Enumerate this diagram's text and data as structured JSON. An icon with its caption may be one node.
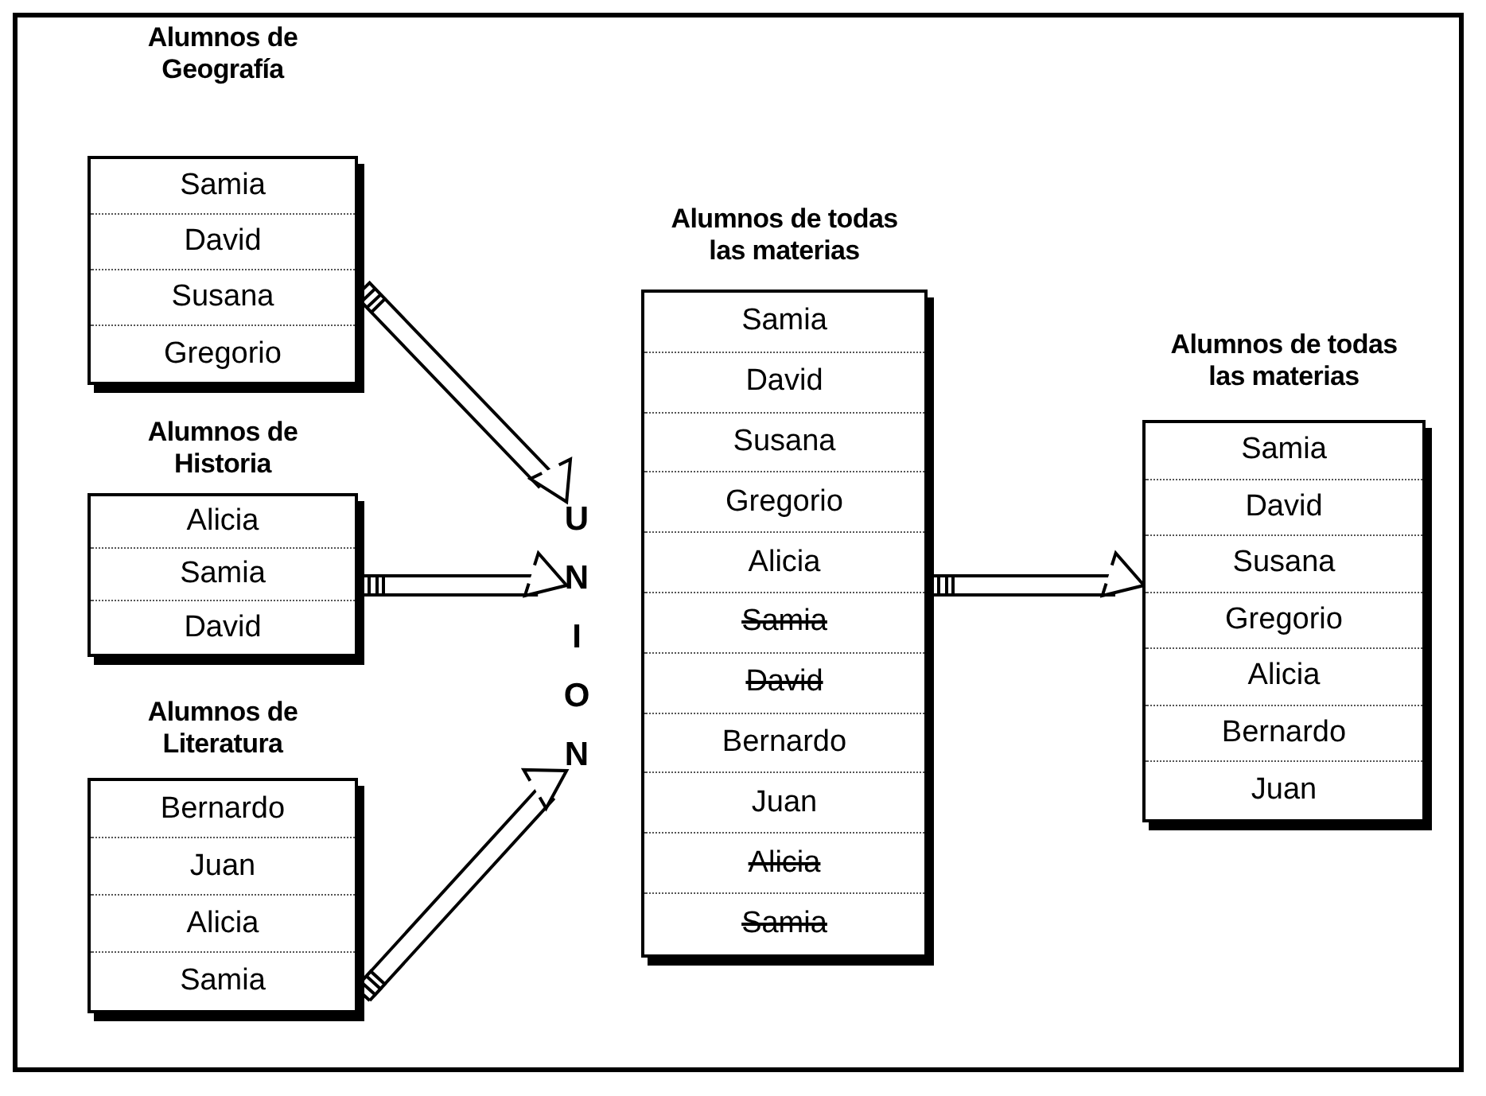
{
  "diagram": {
    "nodes": [
      {
        "text": [
          "Alumnos de Geografía"
        ]
      },
      {
        "text": [
          "Samia"
        ],
        "in": 0
      },
      {
        "text": [
          "David"
        ],
        "in": 0
      },
      {
        "text": [
          "Susana"
        ],
        "in": 0
      },
      {
        "text": [
          "Gregorio"
        ],
        "in": 0
      },
      {
        "text": [
          "Alumnos de Historia"
        ]
      },
      {
        "text": [
          "Alicia"
        ],
        "in": 5
      },
      {
        "text": [
          "Samia"
        ],
        "in": 5
      },
      {
        "text": [
          "David"
        ],
        "in": 5
      },
      {
        "text": [
          "Alumnos de Literatura"
        ]
      },
      {
        "text": [
          "Bernardo"
        ],
        "in": 9
      },
      {
        "text": [
          "Juan"
        ],
        "in": 9
      },
      {
        "text": [
          "Alicia"
        ],
        "in": 9
      },
      {
        "text": [
          "Samia"
        ],
        "in": 9
      },
      {
        "text": [
          "UNION"
        ]
      },
      {
        "text": [
          "Alumnos de todas las materias"
        ]
      },
      {
        "text": [
          "Samia"
        ],
        "in": 15
      },
      {
        "text": [
          "David"
        ],
        "in": 15
      },
      {
        "text": [
          "Susana"
        ],
        "in": 15
      },
      {
        "text": [
          "Gregorio"
        ],
        "in": 15
      },
      {
        "text": [
          "Alicia"
        ],
        "in": 15
      },
      {
        "text": [
          "Samia"
        ],
        "in": 15
      },
      {
        "text": [
          "David"
        ],
        "in": 15
      },
      {
        "text": [
          "Bernardo"
        ],
        "in": 15
      },
      {
        "text": [
          "Juan"
        ],
        "in": 15
      },
      {
        "text": [
          "Alicia"
        ],
        "in": 15
      },
      {
        "text": [
          "Samia"
        ],
        "in": 15
      },
      {
        "text": [
          "Alumnos de todas las materias"
        ]
      },
      {
        "text": [
          "Samia"
        ],
        "in": 27
      },
      {
        "text": [
          "David"
        ],
        "in": 27
      },
      {
        "text": [
          "Susana"
        ],
        "in": 27
      },
      {
        "text": [
          "Gregorio"
        ],
        "in": 27
      },
      {
        "text": [
          "Alicia"
        ],
        "in": 27
      },
      {
        "text": [
          "Bernardo"
        ],
        "in": 27
      },
      {
        "text": [
          "Juan"
        ],
        "in": 27
      }
    ],
    "edges": [
      {
        "from": 0,
        "to": 14,
        "arrow": "to"
      },
      {
        "from": 5,
        "to": 14,
        "arrow": "to"
      },
      {
        "from": 9,
        "to": 14,
        "arrow": "to"
      },
      {
        "from": 15,
        "to": 27,
        "arrow": "to"
      }
    ]
  }
}
